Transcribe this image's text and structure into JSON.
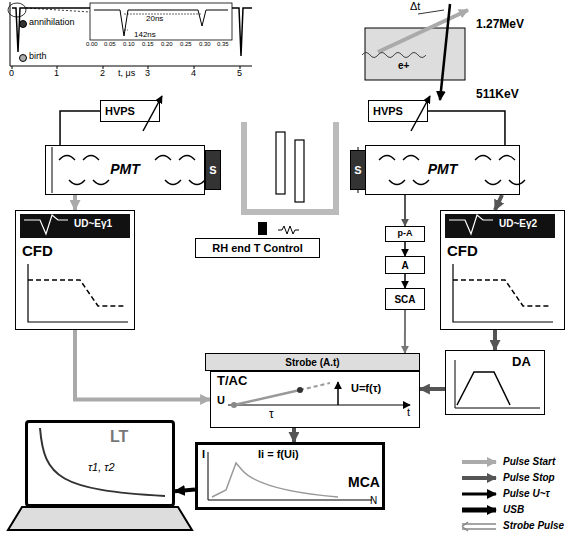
{
  "diagram": {
    "nodes": [
      {
        "text": [
          "HVPS"
        ]
      },
      {
        "text": [
          "HVPS"
        ]
      },
      {
        "text": [
          "PMT"
        ]
      },
      {
        "text": [
          "S"
        ]
      },
      {
        "text": [
          "S"
        ]
      },
      {
        "text": [
          "PMT"
        ]
      },
      {
        "text": [
          "RH end T Control"
        ]
      },
      {
        "text": [
          "UD~Eγ1",
          "CFD"
        ]
      },
      {
        "text": [
          "p-A"
        ]
      },
      {
        "text": [
          "A"
        ]
      },
      {
        "text": [
          "SCA"
        ]
      },
      {
        "text": [
          "UD~Eγ2",
          "CFD"
        ]
      },
      {
        "text": [
          "Strobe (A.t)"
        ]
      },
      {
        "text": [
          "T/AC",
          "U",
          "τ",
          "U=f(τ)",
          "t"
        ]
      },
      {
        "text": [
          "DA"
        ]
      },
      {
        "text": [
          "Ii = f(Ui)",
          "MCA",
          "I",
          "N"
        ]
      },
      {
        "text": [
          "LT",
          "τ1, τ2"
        ]
      }
    ],
    "edges": [
      {
        "from": 0,
        "to": 2,
        "arrow": "none"
      },
      {
        "from": 1,
        "to": 5,
        "arrow": "none"
      },
      {
        "from": 2,
        "to": 7,
        "arrow": "to"
      },
      {
        "from": 5,
        "to": 11,
        "arrow": "to"
      },
      {
        "from": 5,
        "to": 8,
        "arrow": "to"
      },
      {
        "from": 8,
        "to": 9,
        "arrow": "to"
      },
      {
        "from": 9,
        "to": 10,
        "arrow": "to"
      },
      {
        "from": 10,
        "to": 12,
        "arrow": "to"
      },
      {
        "from": 7,
        "to": 13,
        "arrow": "to"
      },
      {
        "from": 11,
        "to": 14,
        "arrow": "to"
      },
      {
        "from": 14,
        "to": 13,
        "arrow": "to"
      },
      {
        "from": 13,
        "to": 15,
        "arrow": "to"
      },
      {
        "from": 15,
        "to": 16,
        "arrow": "to"
      }
    ],
    "labels": [
      "birth",
      "annihilation",
      "20ns",
      "142ns",
      "0",
      "1",
      "2",
      "3",
      "4",
      "5",
      "t, μs",
      "0.00",
      "0.05",
      "0.10",
      "0.15",
      "0.20",
      "0.25",
      "0.30",
      "0.35",
      "1.27MeV",
      "511KeV",
      "Δt",
      "e+"
    ],
    "legend": [
      {
        "text": "Pulse Start"
      },
      {
        "text": "Pulse Stop"
      },
      {
        "text": "Pulse U~τ"
      },
      {
        "text": "USB"
      },
      {
        "text": "Strobe Pulse"
      }
    ]
  }
}
